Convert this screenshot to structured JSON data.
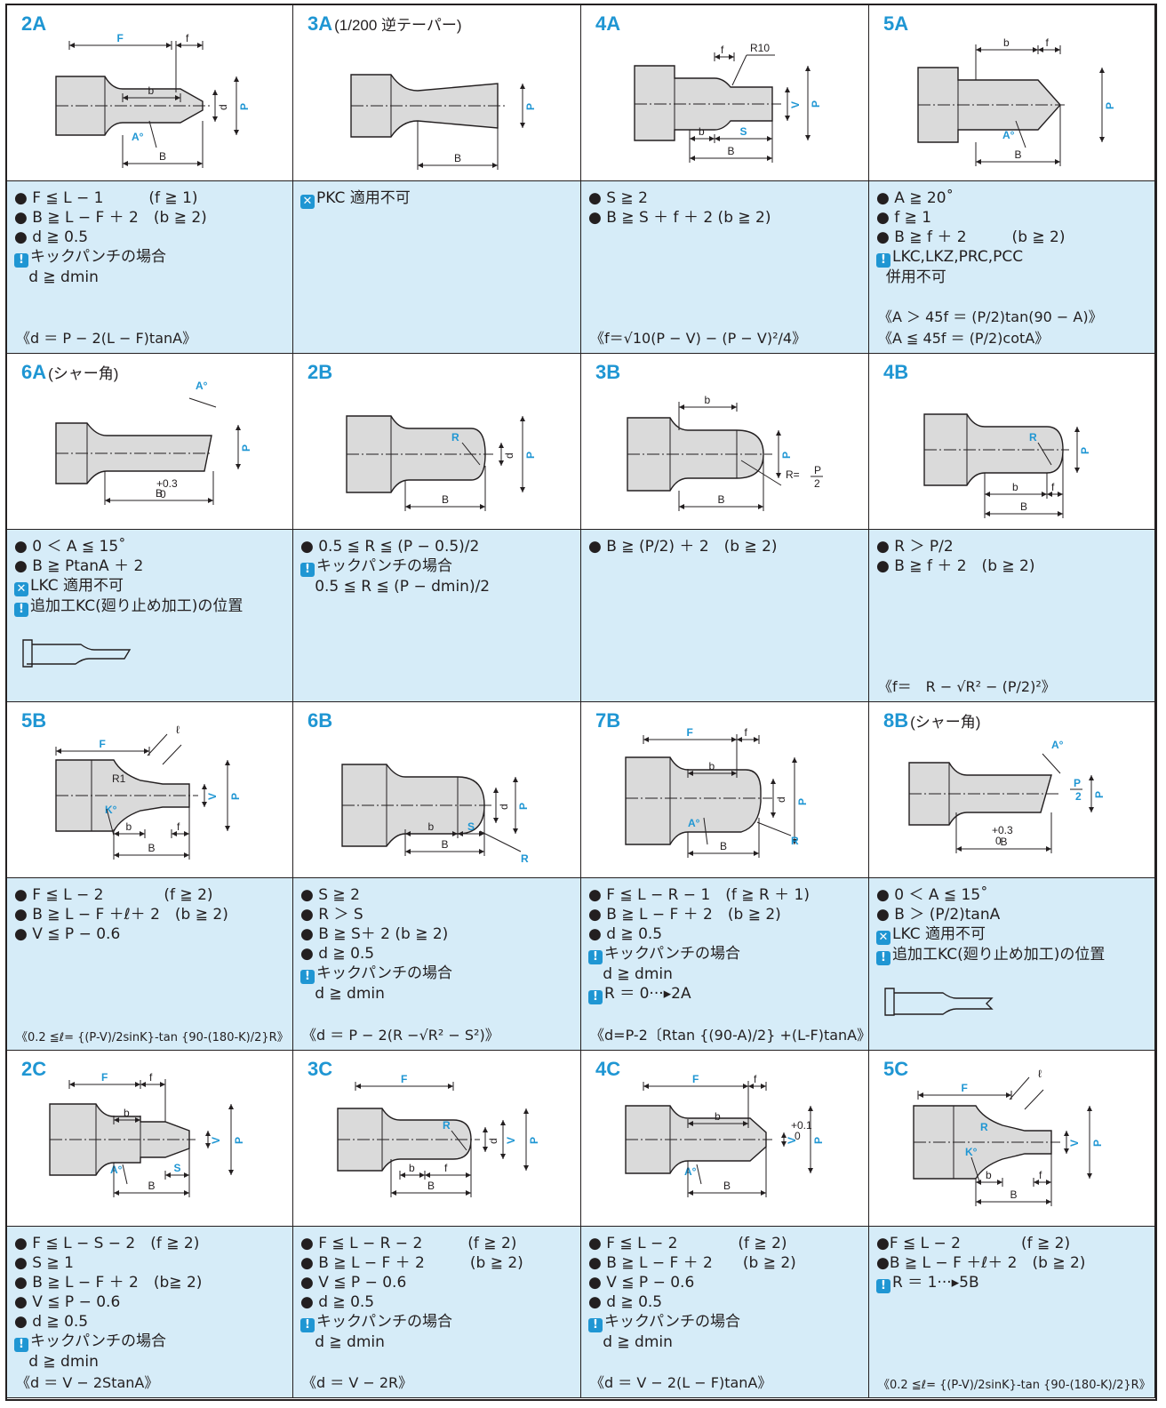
{
  "colors": {
    "accent": "#1f96d3",
    "panel": "#d6ecf8",
    "line": "#231f20",
    "part": "#dadada"
  },
  "cells": [
    {
      "code": "2A",
      "sub": "",
      "labels": {
        "F": "F",
        "f": "f",
        "b": "b",
        "d": "d",
        "P": "P",
        "A": "A°",
        "B": "B"
      },
      "lines": [
        "● F ≦ L − 1　　　(f ≧ 1)",
        "● B ≧ L − F ＋ 2　(b ≧ 2)",
        "● d ≧ 0.5",
        "キックパンチの場合",
        "   d ≧ dmin"
      ],
      "formula": "《d ＝ P − 2(L − F)tanA》"
    },
    {
      "code": "3A",
      "sub": "(1/200 逆テーパー)",
      "labels": {
        "P": "P",
        "B": "B"
      },
      "lines": [
        "PKC 適用不可"
      ],
      "formula": ""
    },
    {
      "code": "4A",
      "sub": "",
      "labels": {
        "f": "f",
        "R10": "R10",
        "V": "V",
        "P": "P",
        "b": "b",
        "S": "S",
        "B": "B"
      },
      "lines": [
        "● S ≧ 2",
        "● B ≧ S ＋ f ＋ 2 (b ≧ 2)"
      ],
      "formula": "《f＝√10(P − V) − (P − V)²/4》"
    },
    {
      "code": "5A",
      "sub": "",
      "labels": {
        "b": "b",
        "f": "f",
        "P": "P",
        "A": "A°",
        "B": "B"
      },
      "lines": [
        "● A ≧ 20˚",
        "● f ≧ 1",
        "● B ≧ f ＋ 2　　　(b ≧ 2)",
        "LKC,LKZ,PRC,PCC",
        "  併用不可"
      ],
      "formula": "《A ＞ 45f ＝ (P/2)tan(90 − A)》\n《A ≦ 45f ＝ (P/2)cotA》"
    },
    {
      "code": "6A",
      "sub": "(シャー角)",
      "labels": {
        "A": "A°",
        "P": "P",
        "B": "B",
        "tol": "+0.3",
        "tol0": "0"
      },
      "lines": [
        "● 0 ＜ A ≦ 15˚",
        "● B ≧ PtanA ＋ 2",
        "LKC 適用不可",
        "追加工KC(廻り止め加工)の位置"
      ],
      "formula": ""
    },
    {
      "code": "2B",
      "sub": "",
      "labels": {
        "R": "R",
        "d": "d",
        "P": "P",
        "B": "B"
      },
      "lines": [
        "● 0.5 ≦ R ≦ (P − 0.5)/2",
        "キックパンチの場合",
        "   0.5 ≦ R ≦ (P − dmin)/2"
      ],
      "formula": ""
    },
    {
      "code": "3B",
      "sub": "",
      "labels": {
        "b": "b",
        "P": "P",
        "B": "B",
        "R": "R=",
        "Rn": "P",
        "Rd": "2"
      },
      "lines": [
        "● B ≧ (P/2) ＋ 2　(b ≧ 2)"
      ],
      "formula": ""
    },
    {
      "code": "4B",
      "sub": "",
      "labels": {
        "R": "R",
        "P": "P",
        "b": "b",
        "f": "f",
        "B": "B"
      },
      "lines": [
        "● R ＞ P/2",
        "● B ≧ f ＋ 2　(b ≧ 2)"
      ],
      "formula": "《f＝　R − √R² − (P/2)²》"
    },
    {
      "code": "5B",
      "sub": "",
      "labels": {
        "F": "F",
        "l": "ℓ",
        "R1": "R1",
        "V": "V",
        "P": "P",
        "K": "K°",
        "b": "b",
        "f": "f",
        "B": "B"
      },
      "lines": [
        "● F ≦ L − 2　　　　(f ≧ 2)",
        "● B ≧ L − F ＋ℓ＋ 2　(b ≧ 2)",
        "● V ≦ P − 0.6"
      ],
      "formula": "《0.2 ≦ℓ= {(P-V)/2sinK}-tan {90-(180-K)/2}R》"
    },
    {
      "code": "6B",
      "sub": "",
      "labels": {
        "d": "d",
        "P": "P",
        "b": "b",
        "S": "S",
        "B": "B",
        "R": "R"
      },
      "lines": [
        "● S ≧ 2",
        "● R ＞ S",
        "● B ≧ S＋ 2 (b ≧ 2)",
        "● d ≧ 0.5",
        "キックパンチの場合",
        "   d ≧ dmin"
      ],
      "formula": "《d ＝ P − 2(R −√R² − S²)》"
    },
    {
      "code": "7B",
      "sub": "",
      "labels": {
        "F": "F",
        "f": "f",
        "b": "b",
        "d": "d",
        "P": "P",
        "A": "A°",
        "B": "B",
        "R": "R"
      },
      "lines": [
        "● F ≦ L − R − 1　(f ≧ R ＋ 1)",
        "● B ≧ L − F ＋ 2　(b ≧ 2)",
        "● d ≧ 0.5",
        "キックパンチの場合",
        "   d ≧ dmin",
        "R ＝ 0···▸2A"
      ],
      "formula": "《d=P-2〔Rtan {(90-A)/2} +(L-F)tanA》"
    },
    {
      "code": "8B",
      "sub": "(シャー角)",
      "labels": {
        "A": "A°",
        "Pn": "P",
        "Pd": "2",
        "P": "P",
        "B": "B",
        "tol": "+0.3",
        "tol0": "0"
      },
      "lines": [
        "● 0 ＜ A ≦ 15˚",
        "● B ＞ (P/2)tanA",
        "LKC 適用不可",
        "追加工KC(廻り止め加工)の位置"
      ],
      "formula": ""
    },
    {
      "code": "2C",
      "sub": "",
      "labels": {
        "F": "F",
        "f": "f",
        "b": "b",
        "V": "V",
        "P": "P",
        "A": "A°",
        "B": "B",
        "S": "S"
      },
      "lines": [
        "● F ≦ L − S − 2　(f ≧ 2)",
        "● S ≧ 1",
        "● B ≧ L − F ＋ 2　(b≧ 2)",
        "● V ≦ P − 0.6",
        "● d ≧ 0.5",
        "キックパンチの場合",
        "   d ≧ dmin"
      ],
      "formula": "《d ＝ V − 2StanA》"
    },
    {
      "code": "3C",
      "sub": "",
      "labels": {
        "F": "F",
        "R": "R",
        "d": "d",
        "V": "V",
        "P": "P",
        "b": "b",
        "f": "f",
        "B": "B"
      },
      "lines": [
        "● F ≦ L − R − 2　　　(f ≧ 2)",
        "● B ≧ L − F ＋ 2　　　(b ≧ 2)",
        "● V ≦ P − 0.6",
        "● d ≧ 0.5",
        "キックパンチの場合",
        "   d ≧ dmin"
      ],
      "formula": "《d ＝ V − 2R》"
    },
    {
      "code": "4C",
      "sub": "",
      "labels": {
        "F": "F",
        "f": "f",
        "b": "b",
        "V": "V+0.1 0",
        "P": "P",
        "A": "A°",
        "B": "B"
      },
      "lines": [
        "● F ≦ L − 2　　　　(f ≧ 2)",
        "● B ≧ L − F ＋ 2　　(b ≧ 2)",
        "● V ≦ P − 0.6",
        "● d ≧ 0.5",
        "キックパンチの場合",
        "   d ≧ dmin"
      ],
      "formula": "《d ＝ V − 2(L − F)tanA》"
    },
    {
      "code": "5C",
      "sub": "",
      "labels": {
        "F": "F",
        "l": "ℓ",
        "R": "R",
        "V": "V",
        "P": "P",
        "K": "K°",
        "b": "b",
        "f": "f",
        "B": "B"
      },
      "lines": [
        "●F ≦ L − 2　　　　(f ≧ 2)",
        "●B ≧ L − F ＋ℓ＋ 2　(b ≧ 2)",
        "R ＝ 1···▸5B"
      ],
      "formula": "《0.2 ≦ℓ= {(P-V)/2sinK}-tan {90-(180-K)/2}R》"
    }
  ]
}
